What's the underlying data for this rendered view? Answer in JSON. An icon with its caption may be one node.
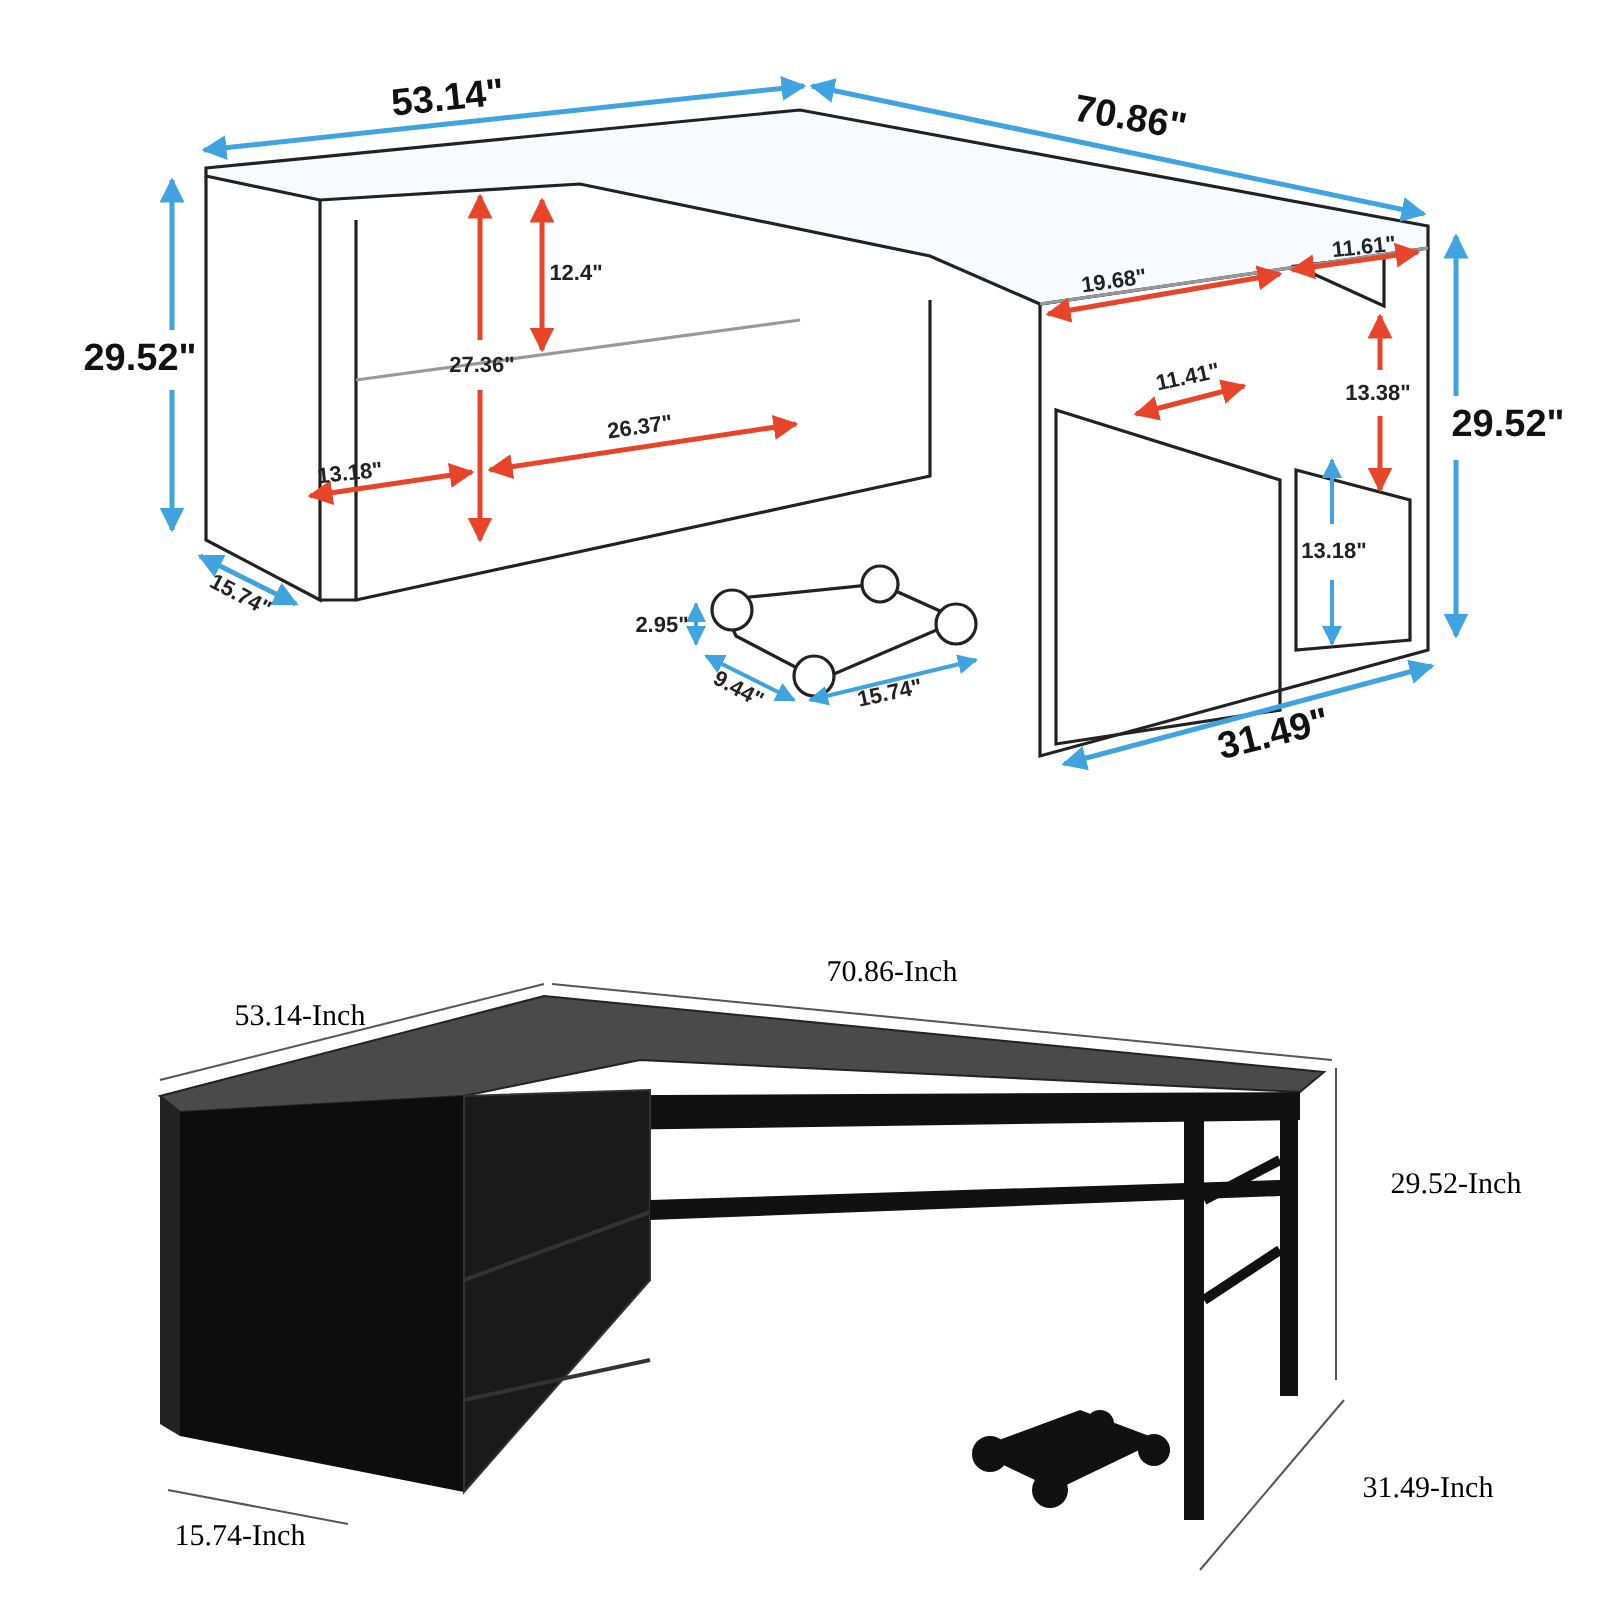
{
  "diagram": {
    "labels": [
      "53.14\"",
      "70.86\"",
      "12.4\"",
      "29.52\"",
      "27.36\"",
      "19.68\"",
      "11.61\"",
      "11.41\"",
      "29.52\"",
      "13.38\"",
      "13.18\"",
      "26.37\"",
      "13.18\"",
      "2.95\"",
      "15.74\"",
      "9.44\"",
      "15.74\"",
      "31.49\"",
      "70.86-Inch",
      "53.14-Inch",
      "29.52-Inch",
      "31.49-Inch",
      "15.74-Inch"
    ]
  }
}
